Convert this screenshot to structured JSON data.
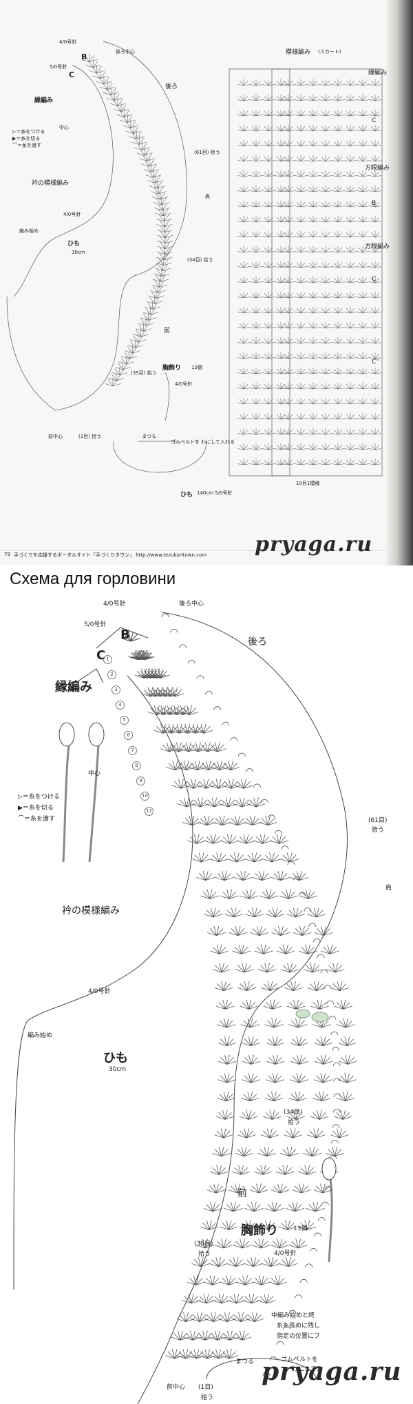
{
  "top_scan": {
    "pattern_title": "模様編み",
    "pattern_subtitle": "(スカート)",
    "row_labels": [
      "縁編み",
      "C",
      "方眼編み",
      "B",
      "方眼編み",
      "C",
      "C''"
    ],
    "bottom_note": "10目1模様",
    "footer_page": "79",
    "footer_text": "手づくりを応援するポータルサイト「手づくりタウン」 http://www.tezukuritown.com",
    "collar_labels": {
      "needle_40": "4/0号針",
      "needle_50": "5/0号針",
      "label_b": "B",
      "label_c": "C",
      "edge": "縁編み",
      "back_center": "後ろ中心",
      "back": "後ろ",
      "center": "中心",
      "shoulder": "肩",
      "front": "前",
      "collar_pattern": "衿の模様編み",
      "himo": "ひも",
      "himo_len": "30cm",
      "start": "編み始め",
      "pick61": "(61目)\n拾う",
      "pick34": "(34目)\n拾う",
      "pick35": "(35目)\n拾う",
      "front_center": "前中心",
      "pick1": "(1目)\n拾う",
      "brooch": "胸飾り",
      "brooch_count": "13個",
      "needle_40b": "4/0号針",
      "matsuru": "まつる",
      "rubber": "ゴムベルトを\nわにして入れる",
      "himo2": "ひも",
      "himo2_len": "140cm\n5/0号針",
      "legend_attach": "▷＝糸をつける",
      "legend_cut": "▶＝糸を切る",
      "legend_pass": "⌒＝糸を渡す"
    },
    "watermark": "pryaga.ru"
  },
  "caption": "Схема для горловини",
  "zoom": {
    "needle_40": "4/0号針",
    "needle_50": "5/0号針",
    "label_b": "B",
    "label_c": "C",
    "edge": "縁編み",
    "back_center": "後ろ中心",
    "back": "後ろ",
    "center": "中心",
    "legend_attach": "▷＝糸をつける",
    "legend_cut": "▶＝糸を切る",
    "legend_pass": "⌒＝糸を渡す",
    "pick61_a": "(61目)",
    "pick61_b": "拾う",
    "shoulder": "肩",
    "collar_pattern": "衿の模様編み",
    "needle_40b": "4/0号針",
    "start": "編み始め",
    "himo": "ひも",
    "himo_len": "30cm",
    "pick34_a": "(34目)",
    "pick34_b": "拾う",
    "front": "前",
    "pick35_a": "(35目)",
    "pick35_b": "拾う",
    "brooch": "胸飾り",
    "brooch_count": "13個",
    "needle_40c": "4/0号針",
    "note1": "中編み始めと終",
    "note2": "糸を長めに残し",
    "note3": "指定の位置にフ",
    "matsuru": "まつる",
    "rubber1": "ゴムベルトを",
    "rubber2": "わにして入",
    "front_center": "前中心",
    "pick1_a": "(1目)",
    "pick1_b": "拾う",
    "watermark": "pryaga.ru",
    "row_nums": [
      "1",
      "2",
      "3",
      "4",
      "5",
      "6",
      "7",
      "8",
      "9",
      "10",
      "11"
    ]
  }
}
